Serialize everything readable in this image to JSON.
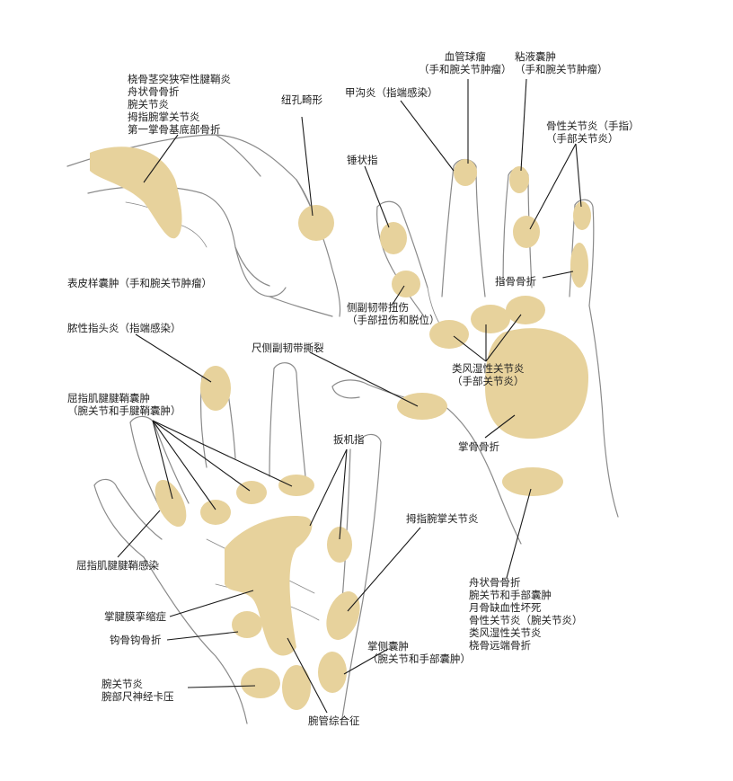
{
  "colors": {
    "zone": "#e7d29c",
    "outline": "#8a8a8a",
    "line": "#1a1a1a"
  },
  "labels": {
    "radial": [
      "桡骨茎突狭窄性腱鞘炎",
      "舟状骨骨折",
      "腕关节炎",
      "拇指腕掌关节炎",
      "第一掌骨基底部骨折"
    ],
    "buttonhole": [
      "纽孔畸形"
    ],
    "paronychia": [
      "甲沟炎（指端感染）"
    ],
    "glomus": [
      "血管球瘤",
      "（手和腕关节肿瘤）"
    ],
    "mucous": [
      "粘液囊肿",
      "（手和腕关节肿瘤）"
    ],
    "mallet": [
      "锤状指"
    ],
    "oa_finger": [
      "骨性关节炎（手指）",
      "（手部关节炎）"
    ],
    "epidermoid": [
      "表皮样囊肿（手和腕关节肿瘤）"
    ],
    "phalanx": [
      "指骨骨折"
    ],
    "collateral": [
      "侧副韧带扭伤",
      "（手部扭伤和脱位）"
    ],
    "felon": [
      "脓性指头炎（指端感染）"
    ],
    "ucl": [
      "尺侧副韧带撕裂"
    ],
    "ra": [
      "类风湿性关节炎",
      "（手部关节炎）"
    ],
    "ganglion": [
      "屈指肌腱腱鞘囊肿",
      "（腕关节和手腱鞘囊肿）"
    ],
    "metacarpal": [
      "掌骨骨折"
    ],
    "trigger": [
      "扳机指"
    ],
    "cmc": [
      "拇指腕掌关节炎"
    ],
    "tenosynovitis": [
      "屈指肌腱腱鞘感染"
    ],
    "wrist_list": [
      "舟状骨骨折",
      "腕关节和手部囊肿",
      "月骨缺血性坏死",
      "骨性关节炎（腕关节炎）",
      "类风湿性关节炎",
      "桡骨远端骨折"
    ],
    "dupuytren": [
      "掌腱膜挛缩症"
    ],
    "hamate": [
      "钩骨钩骨折"
    ],
    "volar_cyst": [
      "掌侧囊肿",
      "（腕关节和手部囊肿）"
    ],
    "ulnar_tunnel": [
      "腕关节炎",
      "腕部尺神经卡压"
    ],
    "carpal_tunnel": [
      "腕管综合征"
    ]
  }
}
